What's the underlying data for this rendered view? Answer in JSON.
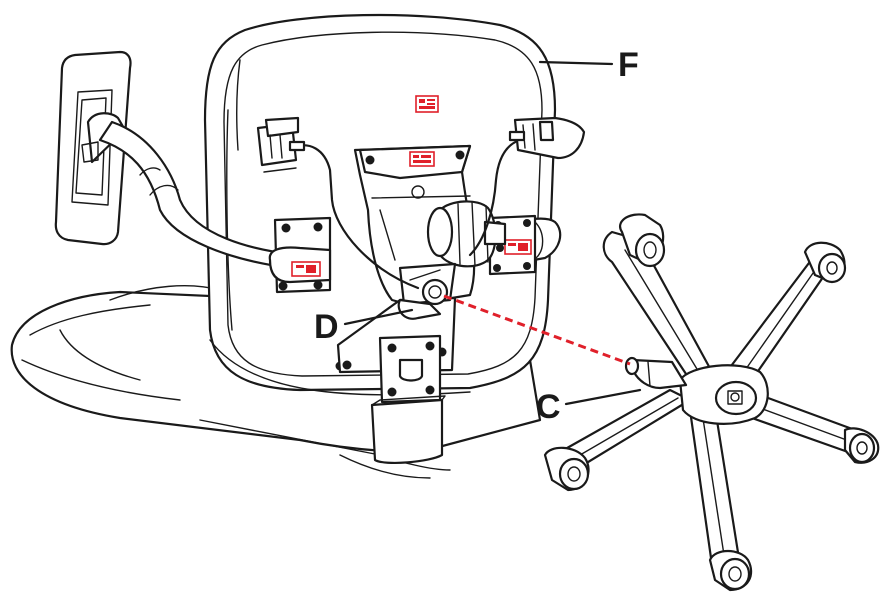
{
  "labels": {
    "f": "F",
    "d": "D",
    "c": "C"
  },
  "colors": {
    "line": "#1a1a1a",
    "accent": "#e0202a",
    "background": "#ffffff"
  },
  "parts": [
    {
      "id": "f",
      "description_icon": "seat-assembly"
    },
    {
      "id": "d",
      "description_icon": "gas-lift-socket"
    },
    {
      "id": "c",
      "description_icon": "star-base-gas-cylinder"
    }
  ]
}
